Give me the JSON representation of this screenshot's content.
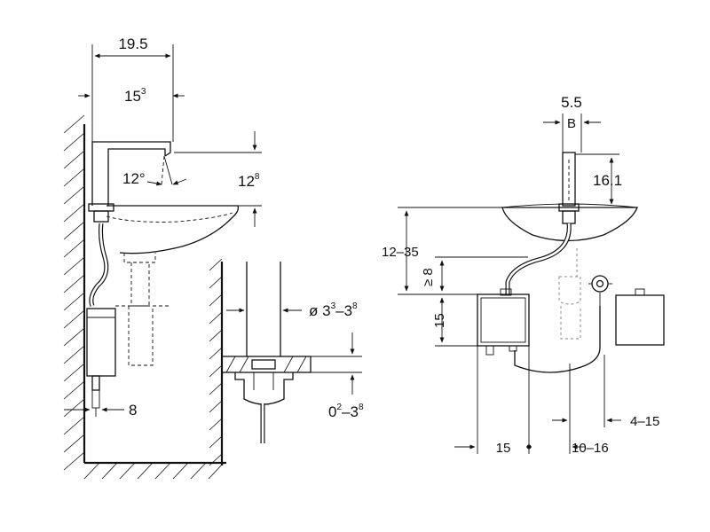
{
  "left_view": {
    "dim_width_outer": "19.5",
    "dim_width_inner_main": "15",
    "dim_width_inner_sup": "3",
    "dim_angle": "12°",
    "dim_height_main": "12",
    "dim_height_sup": "8",
    "dim_side": "8"
  },
  "detail_view": {
    "dim_diameter_prefix": "ø 3",
    "dim_diameter_sup1": "3",
    "dim_diameter_mid": "–3",
    "dim_diameter_sup2": "8",
    "dim_thickness_main": "0",
    "dim_thickness_sup1": "2",
    "dim_thickness_mid": "–3",
    "dim_thickness_sup2": "8"
  },
  "right_view": {
    "dim_top_width": "5.5",
    "dim_label_b": "B",
    "dim_spout_height": "16.1",
    "dim_range_12_35": "12–35",
    "dim_min_8": "≥ 8",
    "dim_box_15": "15",
    "dim_bottom_15": "15",
    "dim_10_16": "10–16",
    "dim_4_15": "4–15"
  }
}
